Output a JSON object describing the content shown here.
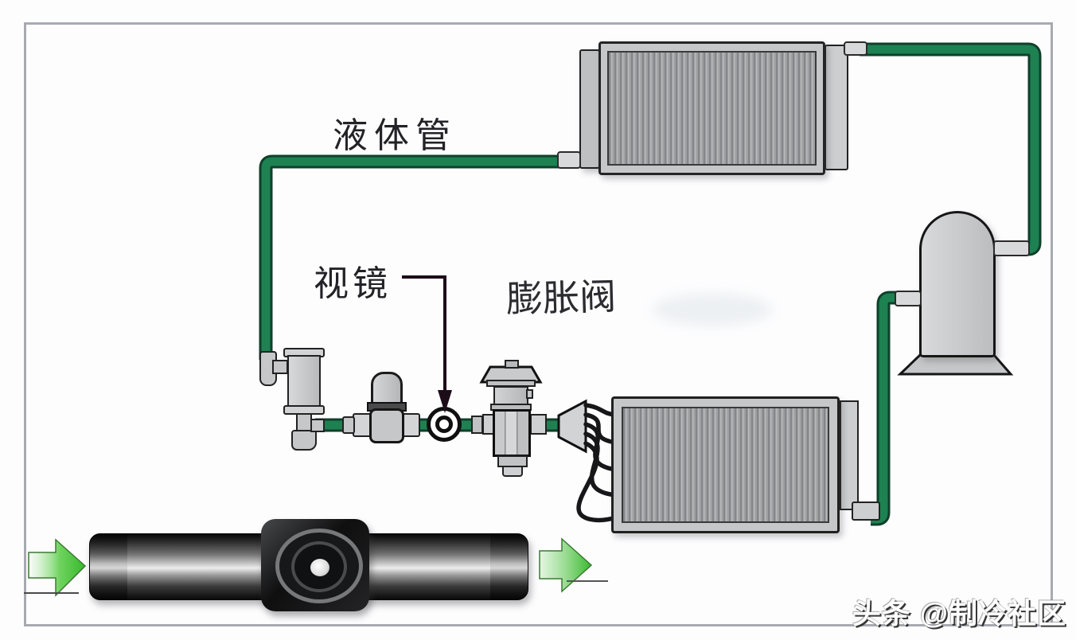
{
  "labels": {
    "liquid_line": "液体管",
    "sight_glass": "视镜",
    "expansion_valve": "膨胀阀"
  },
  "watermark": {
    "text": "头条 @制冷社区"
  },
  "colors": {
    "pipe_green": "#1E8152",
    "pipe_outline": "#10402A",
    "flow_arrow_green": "#37B92C",
    "component_gray": "#C6C7C9",
    "outline_dark": "#1C1C1C",
    "frame_border": "#A7ABB0",
    "background": "#FDFDFE",
    "annotation": "#1C0D18"
  }
}
